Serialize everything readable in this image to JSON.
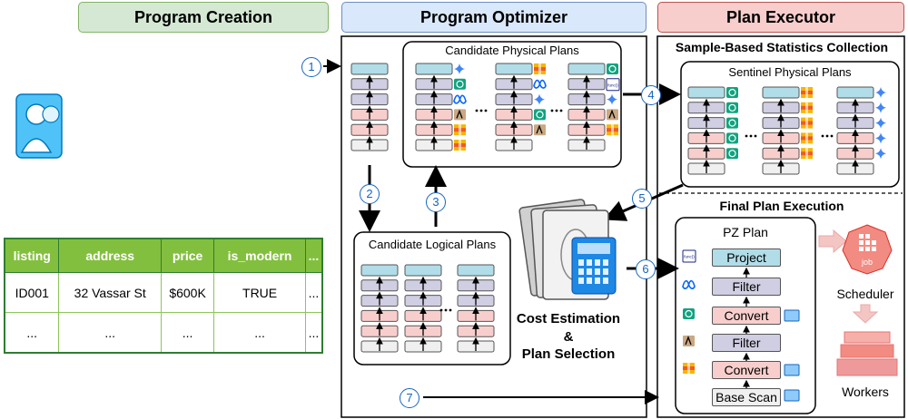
{
  "sections": {
    "creation": "Program Creation",
    "optimizer": "Program Optimizer",
    "executor": "Plan Executor"
  },
  "labels": {
    "candidate_physical": "Candidate Physical Plans",
    "candidate_logical": "Candidate Logical Plans",
    "sample_stats": "Sample-Based Statistics Collection",
    "sentinel": "Sentinel Physical Plans",
    "final_exec": "Final Plan Execution",
    "pz_plan": "PZ Plan",
    "cost_line1": "Cost Estimation",
    "cost_line2": "&",
    "cost_line3": "Plan Selection",
    "scheduler": "Scheduler",
    "workers": "Workers",
    "job": "job",
    "func": "func()"
  },
  "steps": [
    "1",
    "2",
    "3",
    "4",
    "5",
    "6",
    "7"
  ],
  "pz_ops": [
    "Project",
    "Filter",
    "Convert",
    "Filter",
    "Convert",
    "Base Scan"
  ],
  "table": {
    "headers": [
      "listing",
      "address",
      "price",
      "is_modern",
      "..."
    ],
    "rows": [
      [
        "ID001",
        "32 Vassar St",
        "$600K",
        "TRUE",
        "..."
      ],
      [
        "...",
        "...",
        "...",
        "...",
        "..."
      ]
    ]
  },
  "colors": {
    "green": "#d5e8d4",
    "green_border": "#82b366",
    "blue": "#dae8fc",
    "blue_border": "#6c8ebf",
    "red": "#f8cecc",
    "red_border": "#b85450",
    "op_cyan": "#b1dde8",
    "op_purple": "#d0cee2",
    "op_pink": "#f8cecc",
    "op_grey": "#f0f0f0"
  }
}
